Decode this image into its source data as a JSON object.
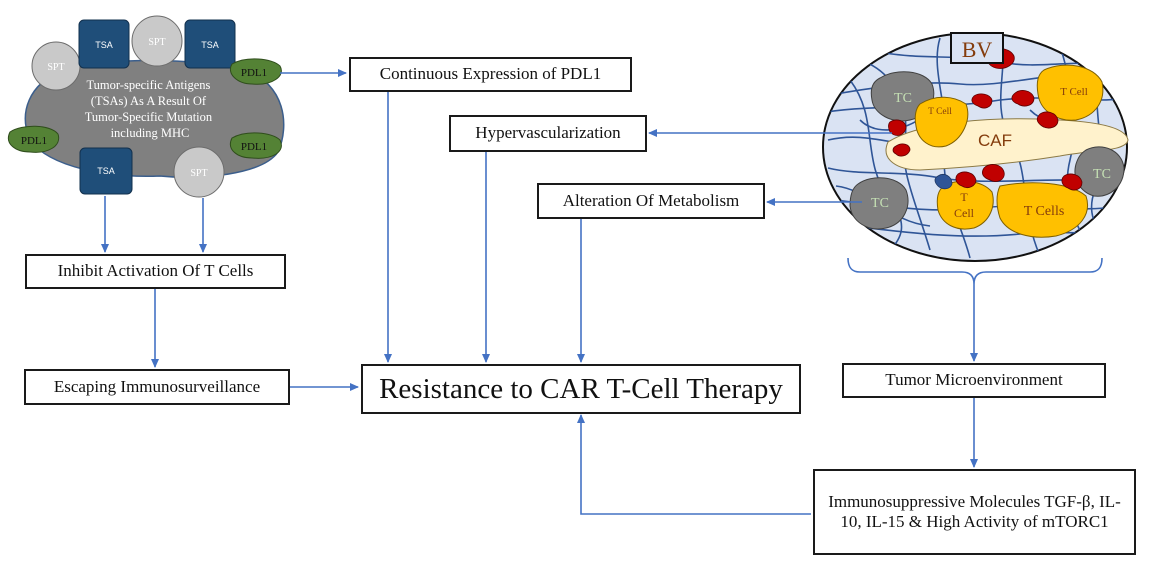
{
  "colors": {
    "arrow": "#4472c4",
    "tumor_gray": "#808080",
    "tsa_blue": "#1f4e79",
    "spt_gray": "#c9c9c9",
    "pdl1_green": "#548235",
    "tcell_yellow": "#ffc000",
    "caf_cream": "#fff2cc",
    "blood_red": "#c00000",
    "vessel_blue": "#2f5597",
    "tme_bg": "#dae3f3",
    "bv_text": "#843c0c"
  },
  "tumor_cell": {
    "text": "Tumor-specific Antigens (TSAs) As A Result Of Tumor-Specific Mutation including MHC",
    "text_lines": [
      "Tumor-specific Antigens",
      "(TSAs) As A Result Of",
      "Tumor-Specific Mutation",
      "including MHC"
    ],
    "tsa_label": "TSA",
    "spt_label": "SPT",
    "pdl1_label": "PDL1"
  },
  "tme": {
    "bv": "BV",
    "caf": "CAF",
    "tc": "TC",
    "t_cell": "T Cell",
    "t_cell_split": [
      "T",
      "Cell"
    ],
    "t_cells": "T Cells"
  },
  "boxes": {
    "pdl1_expression": "Continuous Expression of PDL1",
    "hypervascularization": "Hypervascularization",
    "metabolism": "Alteration Of Metabolism",
    "inhibit": "Inhibit Activation Of T Cells",
    "escaping": "Escaping Immunosurveillance",
    "resistance": "Resistance to CAR T-Cell Therapy",
    "tme": "Tumor Microenvironment",
    "immuno": "Immunosuppressive Molecules TGF-β, IL-10, IL-15 & High Activity of mTORC1"
  }
}
